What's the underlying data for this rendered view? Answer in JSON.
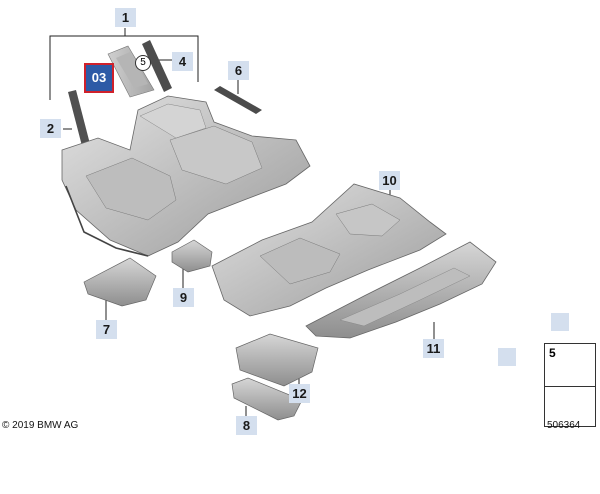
{
  "callouts": [
    "1",
    "2",
    "4",
    "5",
    "6",
    "7",
    "8",
    "9",
    "10",
    "11",
    "12"
  ],
  "highlight_label": "03",
  "legend": {
    "number": "5"
  },
  "copyright": "© 2019 BMW AG",
  "diagram_number": "506364"
}
